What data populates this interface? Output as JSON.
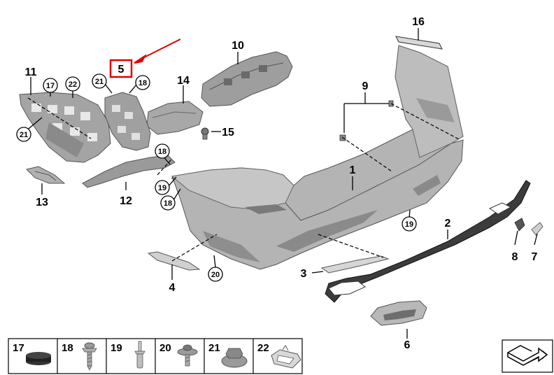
{
  "callouts": [
    {
      "id": "1",
      "label": "1"
    },
    {
      "id": "2",
      "label": "2"
    },
    {
      "id": "3",
      "label": "3"
    },
    {
      "id": "4",
      "label": "4"
    },
    {
      "id": "5",
      "label": "5"
    },
    {
      "id": "6",
      "label": "6"
    },
    {
      "id": "7",
      "label": "7"
    },
    {
      "id": "8",
      "label": "8"
    },
    {
      "id": "9",
      "label": "9"
    },
    {
      "id": "10",
      "label": "10"
    },
    {
      "id": "11",
      "label": "11"
    },
    {
      "id": "12",
      "label": "12"
    },
    {
      "id": "13",
      "label": "13"
    },
    {
      "id": "14",
      "label": "14"
    },
    {
      "id": "15",
      "label": "15"
    },
    {
      "id": "16",
      "label": "16"
    }
  ],
  "circled_refs": [
    "17",
    "22",
    "21",
    "18",
    "21",
    "18",
    "19",
    "18",
    "19",
    "20"
  ],
  "legend": [
    {
      "label": "17",
      "icon": "rubber-pad-icon"
    },
    {
      "label": "18",
      "icon": "screw-icon"
    },
    {
      "label": "19",
      "icon": "rivet-icon"
    },
    {
      "label": "20",
      "icon": "washer-screw-icon"
    },
    {
      "label": "21",
      "icon": "hex-nut-icon"
    },
    {
      "label": "22",
      "icon": "spring-clip-icon"
    }
  ],
  "highlight": {
    "target": "5",
    "color": "#e00000"
  },
  "colors": {
    "part_fill": "#b4b4b4",
    "part_light": "#d2d2d2",
    "part_dark": "#5a5a5a",
    "highlight": "#e00000"
  },
  "direction_icon": "direction-arrow-icon"
}
